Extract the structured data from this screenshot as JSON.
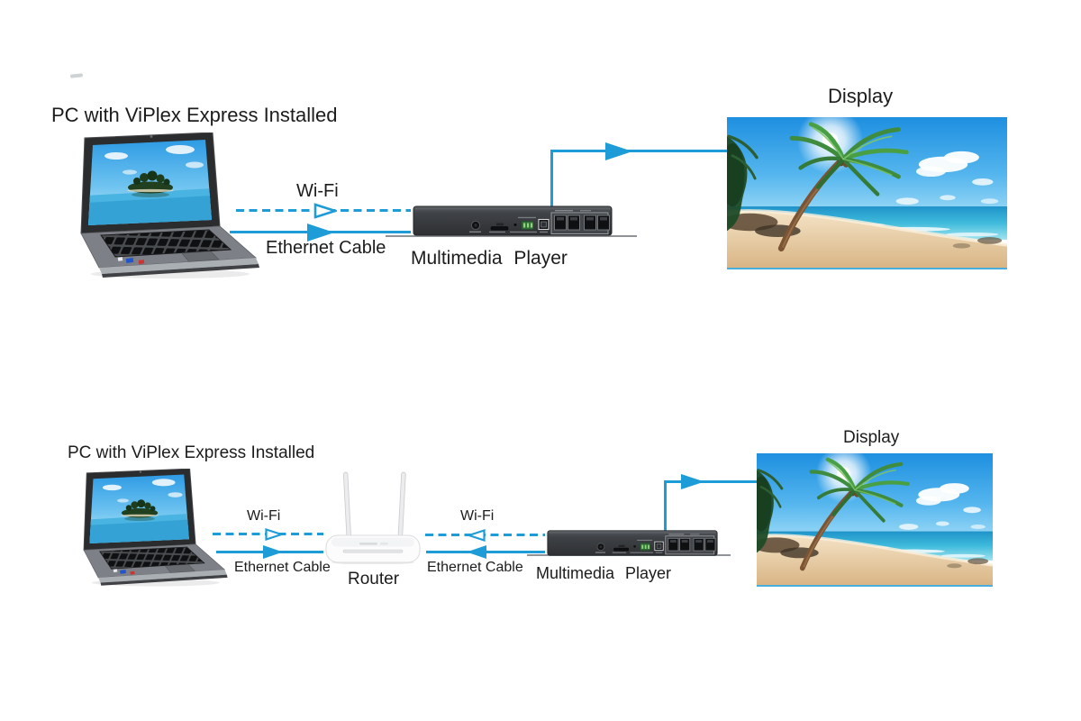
{
  "colors": {
    "accent_blue": "#1E9CD8",
    "text": "#1C1C1C",
    "shelf_line_gray": "#8F9398",
    "display_edge_blue": "#49AEDC"
  },
  "top_diagram": {
    "pc_label": "PC with ViPlex Express Installed",
    "wifi_label": "Wi-Fi",
    "ethernet_label": "Ethernet Cable",
    "player_label": "Multimedia Player",
    "display_label": "Display"
  },
  "bottom_diagram": {
    "pc_label": "PC with ViPlex Express Installed",
    "pc_router_wifi_label": "Wi-Fi",
    "pc_router_ethernet_label": "Ethernet Cable",
    "router_label": "Router",
    "router_player_wifi_label": "Wi-Fi",
    "router_player_ethernet_label": "Ethernet Cable",
    "player_label": "Multimedia Player",
    "display_label": "Display"
  }
}
